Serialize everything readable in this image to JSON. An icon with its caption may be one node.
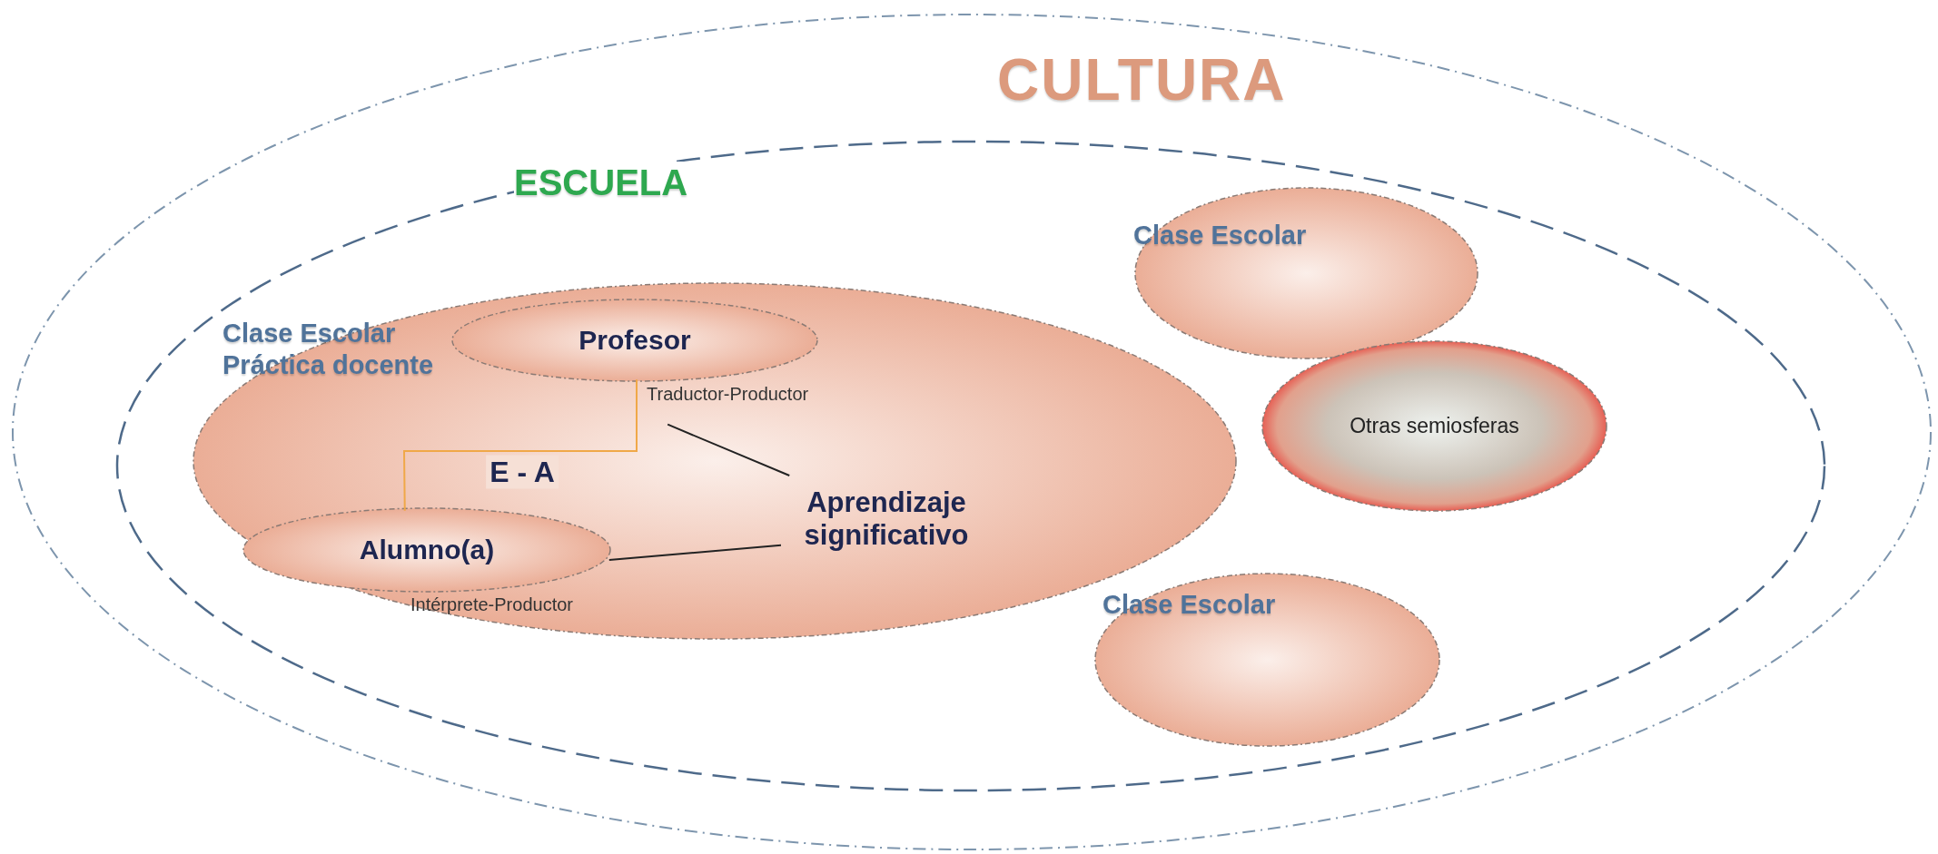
{
  "diagram": {
    "nodes": [
      {
        "text": [
          "CULTURA"
        ]
      },
      {
        "text": [
          "ESCUELA"
        ],
        "in": 0
      },
      {
        "text": [
          "Clase Escolar Práctica docente"
        ],
        "in": 1
      },
      {
        "text": [
          "Profesor"
        ],
        "in": 2,
        "beside": [
          "Traductor-Productor"
        ]
      },
      {
        "text": [
          "Alumno(a)"
        ],
        "in": 2,
        "beside": [
          "Intérprete-Productor"
        ]
      },
      {
        "text": [
          "Aprendizaje significativo"
        ],
        "in": 2
      },
      {
        "text": [
          "Clase Escolar"
        ],
        "in": 1
      },
      {
        "text": [
          "Otras semiosferas"
        ],
        "in": 1
      },
      {
        "text": [
          "Clase Escolar"
        ],
        "in": 1
      }
    ],
    "edges": [
      {
        "from": 3,
        "to": 4,
        "arrow": "none",
        "label": "E - A",
        "color": "#f0a848"
      },
      {
        "from": 3,
        "to": 5,
        "arrow": "none"
      },
      {
        "from": 4,
        "to": 5,
        "arrow": "none"
      }
    ]
  }
}
